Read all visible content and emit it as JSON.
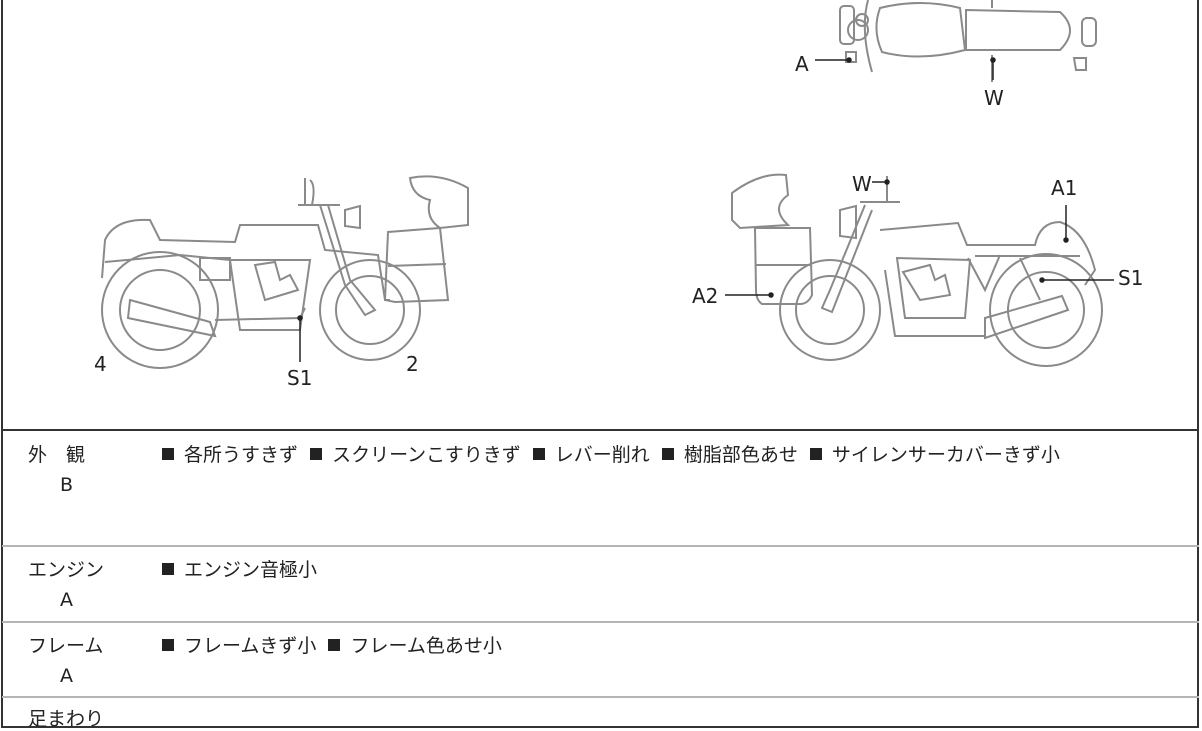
{
  "diagram": {
    "top_view_labels": {
      "front": "A",
      "side": "W"
    },
    "left_side_labels": {
      "rear": "4",
      "exhaust": "S1",
      "front": "2"
    },
    "right_side_labels": {
      "case": "A2",
      "mirror": "W",
      "tail": "A1",
      "muffler": "S1"
    }
  },
  "rows": [
    {
      "label": "外　観",
      "grade": "B",
      "items": [
        "各所うすきず",
        "スクリーンこすりきず",
        "レバー削れ",
        "樹脂部色あせ",
        "サイレンサーカバーきず小"
      ]
    },
    {
      "label": "エンジン",
      "grade": "A",
      "items": [
        "エンジン音極小"
      ]
    },
    {
      "label": "フレーム",
      "grade": "A",
      "items": [
        "フレームきず小",
        "フレーム色あせ小"
      ]
    },
    {
      "label": "足まわり",
      "grade": "",
      "items": []
    }
  ],
  "colors": {
    "line": "#8a8a8a",
    "border": "#333333",
    "separator": "#b5b5b5"
  }
}
